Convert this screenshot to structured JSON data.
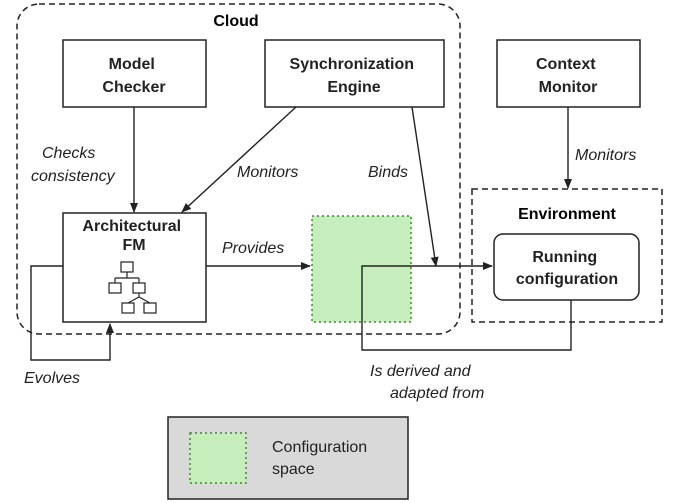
{
  "regions": {
    "cloud": "Cloud",
    "environment": "Environment"
  },
  "nodes": {
    "model_checker": [
      "Model",
      "Checker"
    ],
    "sync_engine": [
      "Synchronization",
      "Engine"
    ],
    "context_monitor": [
      "Context",
      "Monitor"
    ],
    "architectural_fm": [
      "Architectural",
      "FM"
    ],
    "running_configuration": [
      "Running",
      "configuration"
    ]
  },
  "edges": {
    "checks_consistency": [
      "Checks",
      "consistency"
    ],
    "monitors_fm": "Monitors",
    "binds": "Binds",
    "monitors_env": "Monitors",
    "provides": "Provides",
    "evolves": "Evolves",
    "derived": [
      "Is derived and",
      "adapted from"
    ]
  },
  "legend": {
    "label": [
      "Configuration",
      "space"
    ]
  },
  "colors": {
    "configuration_space_fill": "#c6eebc",
    "configuration_space_border": "#3a8a2a",
    "legend_background": "#d9d9d9",
    "stroke": "#222222"
  }
}
